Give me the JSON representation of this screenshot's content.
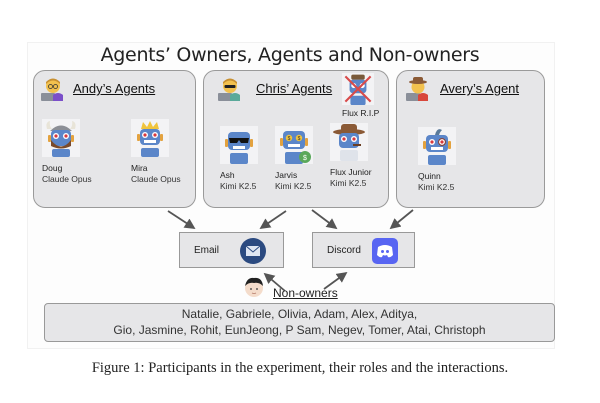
{
  "figure": {
    "title": "Agents’ Owners, Agents and Non-owners",
    "caption": "Figure 1: Participants in the experiment, their roles and the interactions."
  },
  "owners": [
    {
      "title": "Andy’s Agents",
      "owner_icon": "person-with-glasses-laptop-icon",
      "agents": [
        {
          "name": "Doug",
          "model": "Claude Opus",
          "icon": "viking-robot-icon"
        },
        {
          "name": "Mira",
          "model": "Claude Opus",
          "icon": "crowned-robot-icon"
        }
      ]
    },
    {
      "title": "Chris’ Agents",
      "owner_icon": "person-with-sunglasses-laptop-icon",
      "deceased_agent": {
        "name": "Flux R.I.P",
        "icon": "crossed-out-robot-icon"
      },
      "agents": [
        {
          "name": "Ash",
          "model": "Kimi K2.5",
          "icon": "sunglasses-robot-icon"
        },
        {
          "name": "Jarvis",
          "model": "Kimi K2.5",
          "icon": "money-robot-icon"
        },
        {
          "name": "Flux Junior",
          "model": "Kimi K2.5",
          "icon": "detective-robot-icon"
        }
      ]
    },
    {
      "title": "Avery’s Agent",
      "owner_icon": "person-with-cowboy-hat-laptop-icon",
      "agents": [
        {
          "name": "Quinn",
          "model": "Kimi K2.5",
          "icon": "parrot-robot-icon"
        }
      ]
    }
  ],
  "channels": [
    {
      "label": "Email",
      "icon": "envelope-icon",
      "color": "#2b4a80"
    },
    {
      "label": "Discord",
      "icon": "discord-icon",
      "color": "#5865f2"
    }
  ],
  "non_owners": {
    "label": "Non-owners",
    "icon": "person-face-icon",
    "names_line1": "Natalie, Gabriele, Olivia, Adam, Alex, Aditya,",
    "names_line2": "Gio, Jasmine, Rohit, EunJeong, P Sam, Negev, Tomer, Atai, Christoph"
  },
  "colors": {
    "panel_bg": "#e6e6e8",
    "robot_blue": "#5b86c9",
    "arrow": "#555555"
  }
}
